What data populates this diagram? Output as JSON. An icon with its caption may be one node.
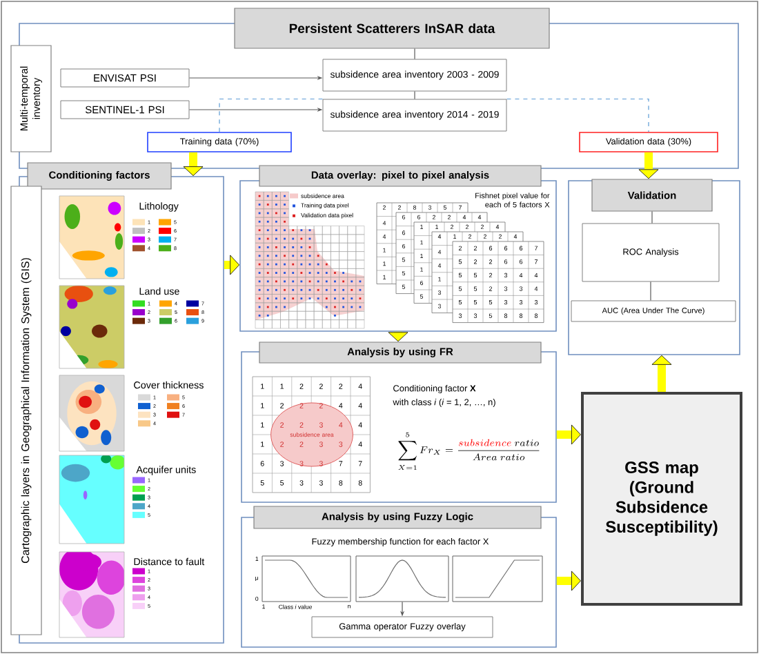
{
  "diagram": {
    "nodes": [
      {
        "text": [],
        "shape": "box"
      },
      {
        "text": [
          "Persistent Scatterers InSAR data"
        ]
      },
      {
        "text": [
          "Multi-temporal inventory"
        ]
      },
      {
        "text": [
          "ENVISAT PSI"
        ],
        "in": 0
      },
      {
        "text": [
          "SENTINEL-1 PSI"
        ],
        "in": 0
      },
      {
        "text": [
          "subsidence area inventory 2003 - 2009"
        ],
        "in": 0
      },
      {
        "text": [
          "subsidence area inventory 2014 - 2019"
        ],
        "in": 0
      },
      {
        "text": [
          "Training data (70%)"
        ],
        "in": 0
      },
      {
        "text": [
          "Validation data (30%)"
        ],
        "in": 0
      },
      {
        "text": [],
        "shape": "box"
      },
      {
        "text": [
          "Conditioning factors"
        ]
      },
      {
        "text": [
          "Cartographic layers in Geographical Information System (GIS)"
        ]
      },
      {
        "text": [],
        "shape": "box"
      },
      {
        "text": [
          "Data overlay: pixel to pixel analysis"
        ]
      },
      {
        "text": [],
        "shape": "box"
      },
      {
        "text": [
          "Analysis by using FR"
        ]
      },
      {
        "text": [
          "subsidence area"
        ],
        "in": 14
      },
      {
        "text": [],
        "shape": "box"
      },
      {
        "text": [
          "Analysis by using Fuzzy Logic"
        ]
      },
      {
        "text": [],
        "shape": "box",
        "in": 17,
        "beside": [
          "1",
          "μ",
          "0",
          "1",
          "Class *i* value",
          "n"
        ]
      },
      {
        "text": [],
        "shape": "box",
        "in": 17
      },
      {
        "text": [],
        "shape": "box",
        "in": 17
      },
      {
        "text": [
          "Gamma operator Fuzzy overlay"
        ],
        "in": 17
      },
      {
        "text": [],
        "shape": "box"
      },
      {
        "text": [
          "Validation"
        ],
        "in": 23
      },
      {
        "text": [
          "ROC Analysis"
        ],
        "in": 23
      },
      {
        "text": [
          "AUC (Area Under The Curve)"
        ],
        "in": 23
      },
      {
        "text": [
          "GSS map (Ground Subsidence Susceptibility)"
        ]
      }
    ],
    "edges": [
      {
        "from": 1,
        "to": 5,
        "arrow": "none"
      },
      {
        "from": 5,
        "to": 6,
        "arrow": "none"
      },
      {
        "from": 3,
        "to": 5,
        "arrow": "to"
      },
      {
        "from": 4,
        "to": 6,
        "arrow": "to"
      },
      {
        "from": 6,
        "to": 7,
        "arrow": "none",
        "style": "dashed",
        "color": "#5b9bd5"
      },
      {
        "from": 6,
        "to": 8,
        "arrow": "none",
        "style": "dashed",
        "color": "#5b9bd5"
      },
      {
        "from": 7,
        "to": 9,
        "arrow": "to",
        "style": "thick",
        "color": "#ffff00"
      },
      {
        "from": 8,
        "to": 24,
        "arrow": "to",
        "style": "thick",
        "color": "#ffff00"
      },
      {
        "from": 9,
        "to": 12,
        "arrow": "to",
        "style": "thick",
        "color": "#ffff00"
      },
      {
        "from": 12,
        "to": 15,
        "arrow": "to",
        "style": "thick",
        "color": "#ffff00"
      },
      {
        "from": 14,
        "to": 27,
        "arrow": "to",
        "style": "thick",
        "color": "#ffff00"
      },
      {
        "from": 17,
        "to": 27,
        "arrow": "to",
        "style": "thick",
        "color": "#ffff00"
      },
      {
        "from": 27,
        "to": 23,
        "arrow": "to",
        "style": "thick",
        "color": "#ffff00"
      },
      {
        "from": 20,
        "to": 22,
        "arrow": "to"
      },
      {
        "from": 24,
        "to": 25,
        "arrow": "none"
      },
      {
        "from": 25,
        "to": 26,
        "arrow": "none"
      }
    ],
    "labels": [
      "Lithology",
      "Land use",
      "Cover thickness",
      "Acquifer units",
      "Distance to fault",
      "Fishnet pixel value for each of 5 factors X",
      "2",
      "2",
      "8",
      "3",
      "5",
      "7",
      "4",
      "4",
      "1",
      "1",
      "1",
      "6",
      "6",
      "2",
      "2",
      "4",
      "4",
      "6",
      "6",
      "5",
      "5",
      "5",
      "1",
      "1",
      "2",
      "2",
      "2",
      "4",
      "1",
      "1",
      "1",
      "6",
      "5",
      "4",
      "1",
      "2",
      "2",
      "2",
      "4",
      "4",
      "4",
      "1",
      "3",
      "3",
      "2",
      "2",
      "6",
      "6",
      "6",
      "7",
      "5",
      "2",
      "2",
      "6",
      "6",
      "7",
      "5",
      "5",
      "2",
      "3",
      "4",
      "4",
      "5",
      "5",
      "2",
      "3",
      "3",
      "4",
      "5",
      "5",
      "5",
      "3",
      "3",
      "3",
      "3",
      "3",
      "5",
      "8",
      "8",
      "8",
      "1",
      "1",
      "2",
      "2",
      "2",
      "4",
      "1",
      "2",
      "2",
      "2",
      "4",
      "4",
      "1",
      "2",
      "2",
      "3",
      "4",
      "4",
      "1",
      "2",
      "2",
      "3",
      "3",
      "4",
      "6",
      "3",
      "3",
      "3",
      "7",
      "7",
      "5",
      "5",
      "3",
      "3",
      "8",
      "8",
      "Conditioning factor **X**",
      "with class *i* (*i* = 1, 2, …, n)",
      "\\sum_{X=1}^{5} Fr_{X} = \\frac{\\textcolor{red}{subsidence}\\ ratio}{Area\\ ratio}",
      "Fuzzy membership function for each factor X"
    ],
    "legend": [
      {
        "text": "1",
        "color": "#fde3b8"
      },
      {
        "text": "2",
        "color": "#c0c0c0"
      },
      {
        "text": "3",
        "color": "#cc00ff"
      },
      {
        "text": "4",
        "color": "#a0522d"
      },
      {
        "text": "5",
        "color": "#ffa500"
      },
      {
        "text": "6",
        "color": "#ff0000"
      },
      {
        "text": "7",
        "color": "#00b0f0"
      },
      {
        "text": "8",
        "color": "#4caf1a"
      },
      {
        "text": "1",
        "color": "#33dd22"
      },
      {
        "text": "2",
        "color": "#9900cc"
      },
      {
        "text": "3",
        "color": "#6b2a0a"
      },
      {
        "text": "4",
        "color": "#ffa500"
      },
      {
        "text": "5",
        "color": "#cccc66"
      },
      {
        "text": "6",
        "color": "#33a02c"
      },
      {
        "text": "7",
        "color": "#0000a0"
      },
      {
        "text": "8",
        "color": "#e85010"
      },
      {
        "text": "9",
        "color": "#2aa0dd"
      },
      {
        "text": "1",
        "color": "#d9d9d9"
      },
      {
        "text": "2",
        "color": "#1060d0"
      },
      {
        "text": "3",
        "color": "#fde3c0"
      },
      {
        "text": "4",
        "color": "#f8c888"
      },
      {
        "text": "5",
        "color": "#f8b080"
      },
      {
        "text": "6",
        "color": "#f08020"
      },
      {
        "text": "7",
        "color": "#e01010"
      },
      {
        "text": "1",
        "color": "#9966ff"
      },
      {
        "text": "2",
        "color": "#66ff33"
      },
      {
        "text": "3",
        "color": "#00a050"
      },
      {
        "text": "4",
        "color": "#4da6c8"
      },
      {
        "text": "5",
        "color": "#66ffff"
      },
      {
        "text": "1",
        "color": "#cc00cc"
      },
      {
        "text": "2",
        "color": "#dd44dd"
      },
      {
        "text": "3",
        "color": "#e070e0"
      },
      {
        "text": "4",
        "color": "#eea0ee"
      },
      {
        "text": "5",
        "color": "#f8d0f8"
      },
      {
        "text": "subsidence area",
        "color": "#f6caca"
      },
      {
        "text": "Training data pixel",
        "color": "#2255dd"
      },
      {
        "text": "Validation data pixel",
        "color": "#dd2222"
      }
    ]
  }
}
